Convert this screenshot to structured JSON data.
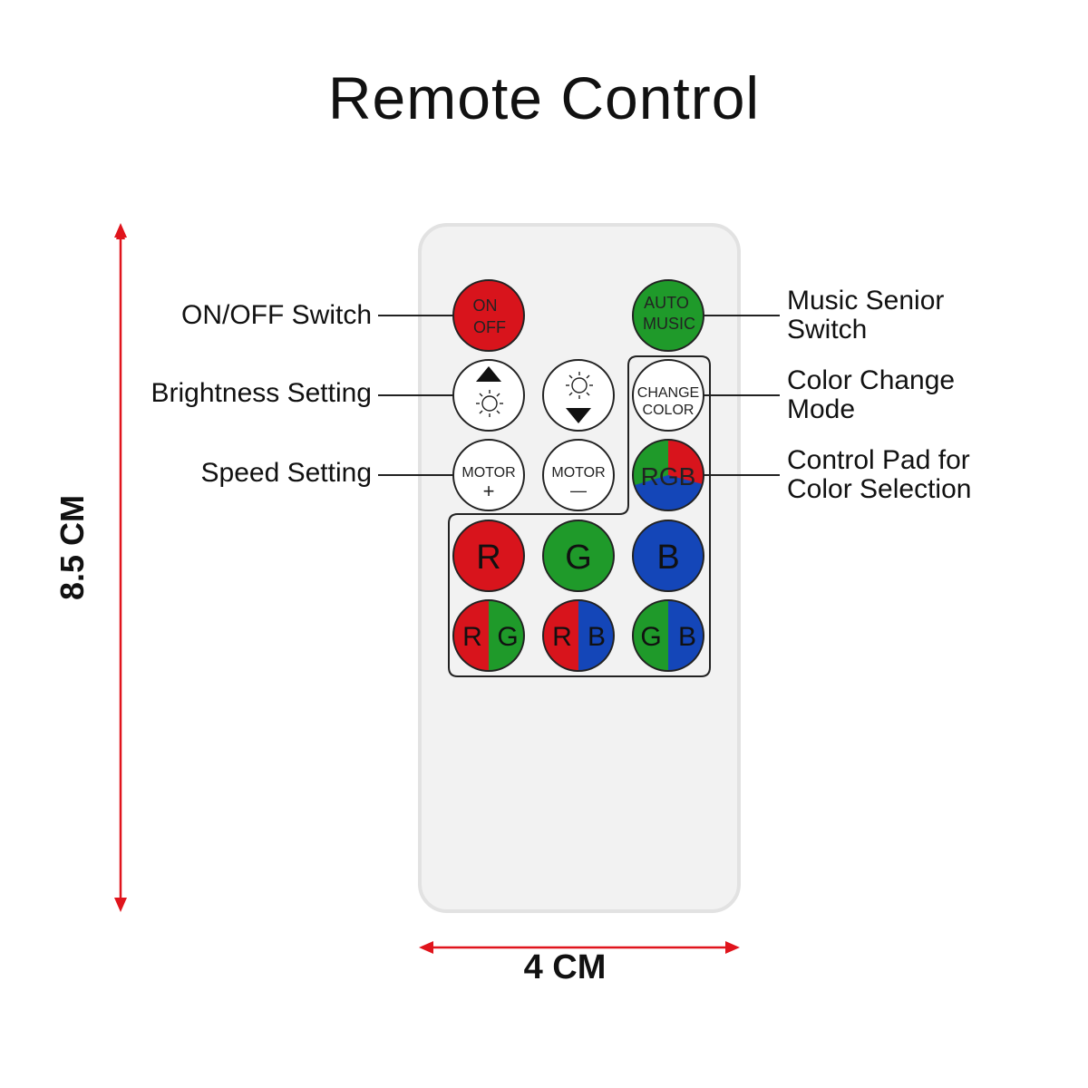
{
  "title": "Remote Control",
  "dimensions": {
    "height": "8.5 CM",
    "width": "4 CM"
  },
  "labels": {
    "on_off": "ON/OFF Switch",
    "brightness": "Brightness Setting",
    "speed": "Speed Setting",
    "music_line1": "Music Senior",
    "music_line2": "Switch",
    "color_change_line1": "Color Change",
    "color_change_line2": "Mode",
    "control_pad_line1": "Control Pad for",
    "control_pad_line2": "Color Selection"
  },
  "buttons": {
    "on_off": {
      "line1": "ON",
      "line2": "OFF"
    },
    "auto_music": {
      "line1": "AUTO",
      "line2": "MUSIC"
    },
    "change_color": {
      "line1": "CHANGE",
      "line2": "COLOR"
    },
    "motor_plus": {
      "line1": "MOTOR",
      "line2": "+"
    },
    "motor_minus": {
      "line1": "MOTOR",
      "line2": "—"
    },
    "rgb": "RGB",
    "r": "R",
    "g": "G",
    "b": "B",
    "rg": {
      "left": "R",
      "right": "G"
    },
    "rb": {
      "left": "R",
      "right": "B"
    },
    "gb": {
      "left": "G",
      "right": "B"
    }
  },
  "colors": {
    "red": "#d8141c",
    "green": "#1f9a2a",
    "blue": "#1446b8",
    "dimension_arrow": "#e0141c",
    "remote_body": "#f2f2f2"
  }
}
